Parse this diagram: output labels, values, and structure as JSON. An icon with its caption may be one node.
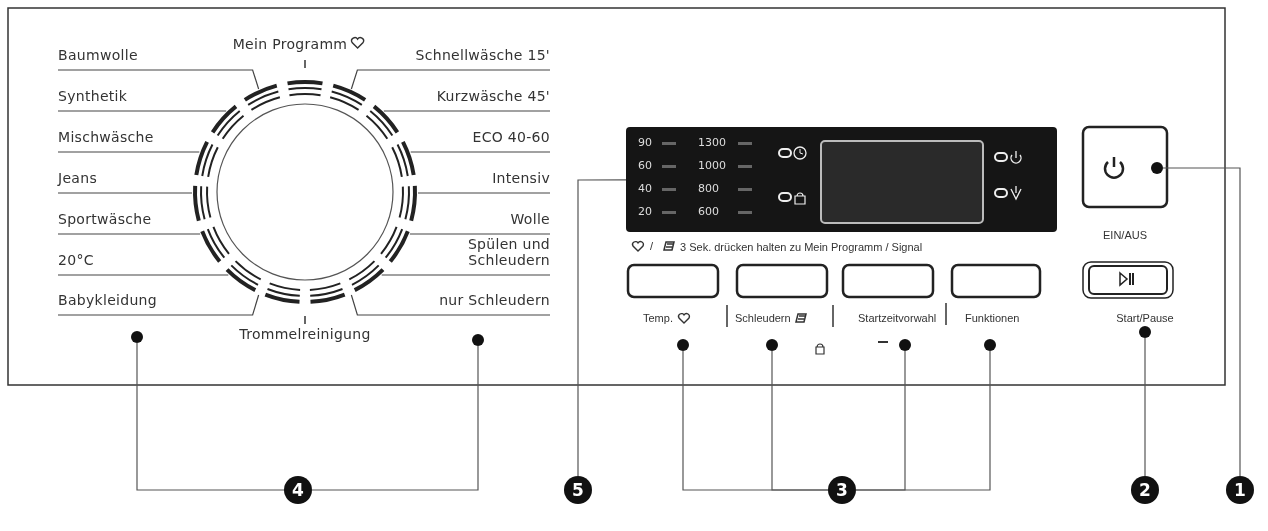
{
  "diagram": {
    "nodes": [
      {
        "text": [
          "4"
        ]
      },
      {
        "text": [
          "5"
        ]
      },
      {
        "text": [
          "3"
        ]
      },
      {
        "text": [
          "2"
        ]
      },
      {
        "text": [
          "1"
        ]
      },
      {
        "text": [],
        "shape": "circle"
      },
      {
        "text": [],
        "shape": "circle"
      },
      {
        "text": [],
        "shape": "circle"
      },
      {
        "text": [],
        "shape": "circle"
      },
      {
        "text": [],
        "shape": "circle"
      },
      {
        "text": [],
        "shape": "circle"
      },
      {
        "text": [],
        "shape": "circle"
      },
      {
        "text": [],
        "shape": "circle"
      },
      {
        "text": [
          "90",
          "1300",
          "60",
          "1000",
          "40",
          "800",
          "20",
          "600"
        ]
      },
      {
        "text": [],
        "shape": "box",
        "in": 13
      }
    ],
    "edges": [
      {
        "from": 0,
        "to": 5,
        "arrow": "none"
      },
      {
        "from": 0,
        "to": 6,
        "arrow": "none"
      },
      {
        "from": 1,
        "to": 13,
        "arrow": "none"
      },
      {
        "from": 2,
        "to": 7,
        "arrow": "none"
      },
      {
        "from": 2,
        "to": 8,
        "arrow": "none"
      },
      {
        "from": 2,
        "to": 9,
        "arrow": "none"
      },
      {
        "from": 2,
        "to": 10,
        "arrow": "none"
      },
      {
        "from": 3,
        "to": 11,
        "arrow": "none"
      },
      {
        "from": 4,
        "to": 12,
        "arrow": "none"
      }
    ],
    "labels": [
      "Mein Programm",
      "Baumwolle",
      "Schnellwäsche 15'",
      "Synthetik",
      "Kurzwäsche 45'",
      "Mischwäsche",
      "ECO 40-60",
      "Jeans",
      "Intensiv",
      "Sportwäsche",
      "Wolle",
      "20°C",
      "Spülen und Schleudern",
      "Babykleidung",
      "nur Schleudern",
      "Trommelreinigung",
      "EIN/AUS",
      "/",
      "3 Sek. drücken halten zu Mein Programm / Signal",
      "Temp.",
      "Schleudern",
      "Startzeitvorwahl",
      "Funktionen",
      "Start/Pause"
    ]
  }
}
